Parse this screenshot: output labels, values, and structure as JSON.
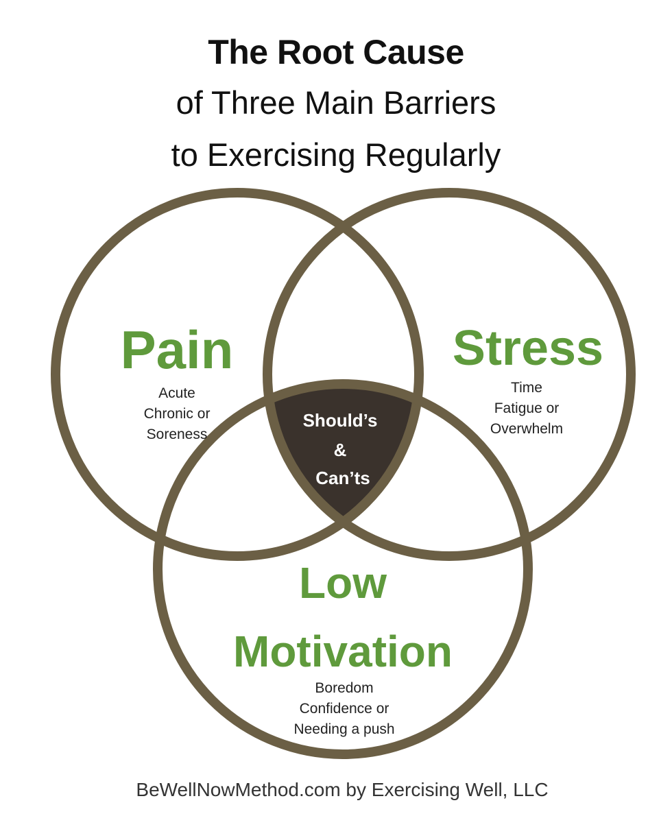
{
  "title": {
    "line1": "The Root Cause",
    "line2": "of  Three Main Barriers",
    "line3": "to Exercising Regularly"
  },
  "colors": {
    "ring": "#6b5f45",
    "center_fill": "#3a322c",
    "heading_green": "#5f9a3c",
    "body_text": "#222222",
    "center_text": "#ffffff"
  },
  "circles": {
    "pain": {
      "heading": "Pain",
      "items": [
        "Acute",
        "Chronic or",
        "Soreness"
      ]
    },
    "stress": {
      "heading": "Stress",
      "items": [
        "Time",
        "Fatigue or",
        "Overwhelm"
      ]
    },
    "motivation": {
      "heading_line1": "Low",
      "heading_line2": "Motivation",
      "items": [
        "Boredom",
        "Confidence or",
        "Needing a push"
      ]
    }
  },
  "center": {
    "line1": "Should’s",
    "line2": "&",
    "line3": "Can’ts"
  },
  "footer": "BeWellNowMethod.com by Exercising Well, LLC"
}
